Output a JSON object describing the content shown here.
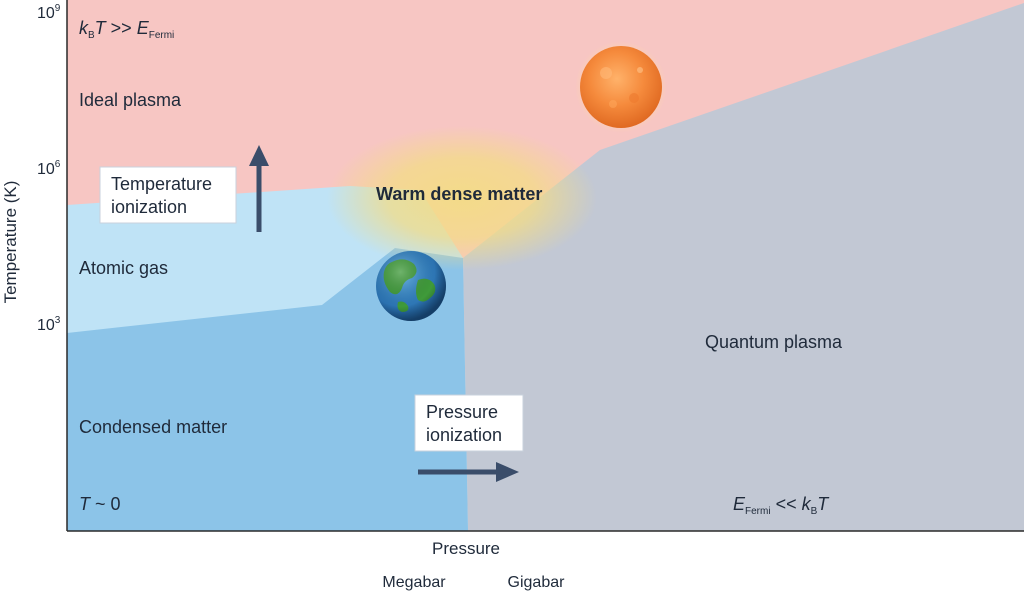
{
  "diagram": {
    "y_axis": {
      "title": "Temperature (K)",
      "ticks": [
        {
          "base": "10",
          "exp": "9"
        },
        {
          "base": "10",
          "exp": "6"
        },
        {
          "base": "10",
          "exp": "3"
        }
      ]
    },
    "x_axis": {
      "title": "Pressure",
      "ticks": [
        "Megabar",
        "Gigabar"
      ]
    },
    "regions": {
      "ideal_plasma": "Ideal plasma",
      "atomic_gas": "Atomic gas",
      "condensed_matter": "Condensed matter",
      "quantum_plasma": "Quantum plasma",
      "warm_dense_matter": "Warm dense matter"
    },
    "conditions": {
      "top_left": {
        "k": "k",
        "kb_sub": "B",
        "t": "T",
        "rel": " >> ",
        "e": "E",
        "fermi_sub": "Fermi"
      },
      "bottom_left": {
        "t": "T",
        "rel": " ~ 0"
      },
      "bottom_right": {
        "e": "E",
        "fermi_sub": "Fermi",
        "rel": " << ",
        "k": "k",
        "kb_sub": "B",
        "t": "T"
      }
    },
    "annotations": {
      "temperature_ionization": [
        "Temperature",
        "ionization"
      ],
      "pressure_ionization": [
        "Pressure",
        "ionization"
      ]
    },
    "icons": {
      "sun": "sun-icon",
      "earth": "earth-icon"
    },
    "colors": {
      "ideal_plasma": "#f7c6c3",
      "atomic_gas": "#bfe3f6",
      "condensed_matter": "#8cc4e8",
      "quantum_plasma": "#c2c8d4",
      "arrow": "#3a4d6a",
      "warm_dense_glow": "#f3dc86"
    }
  }
}
